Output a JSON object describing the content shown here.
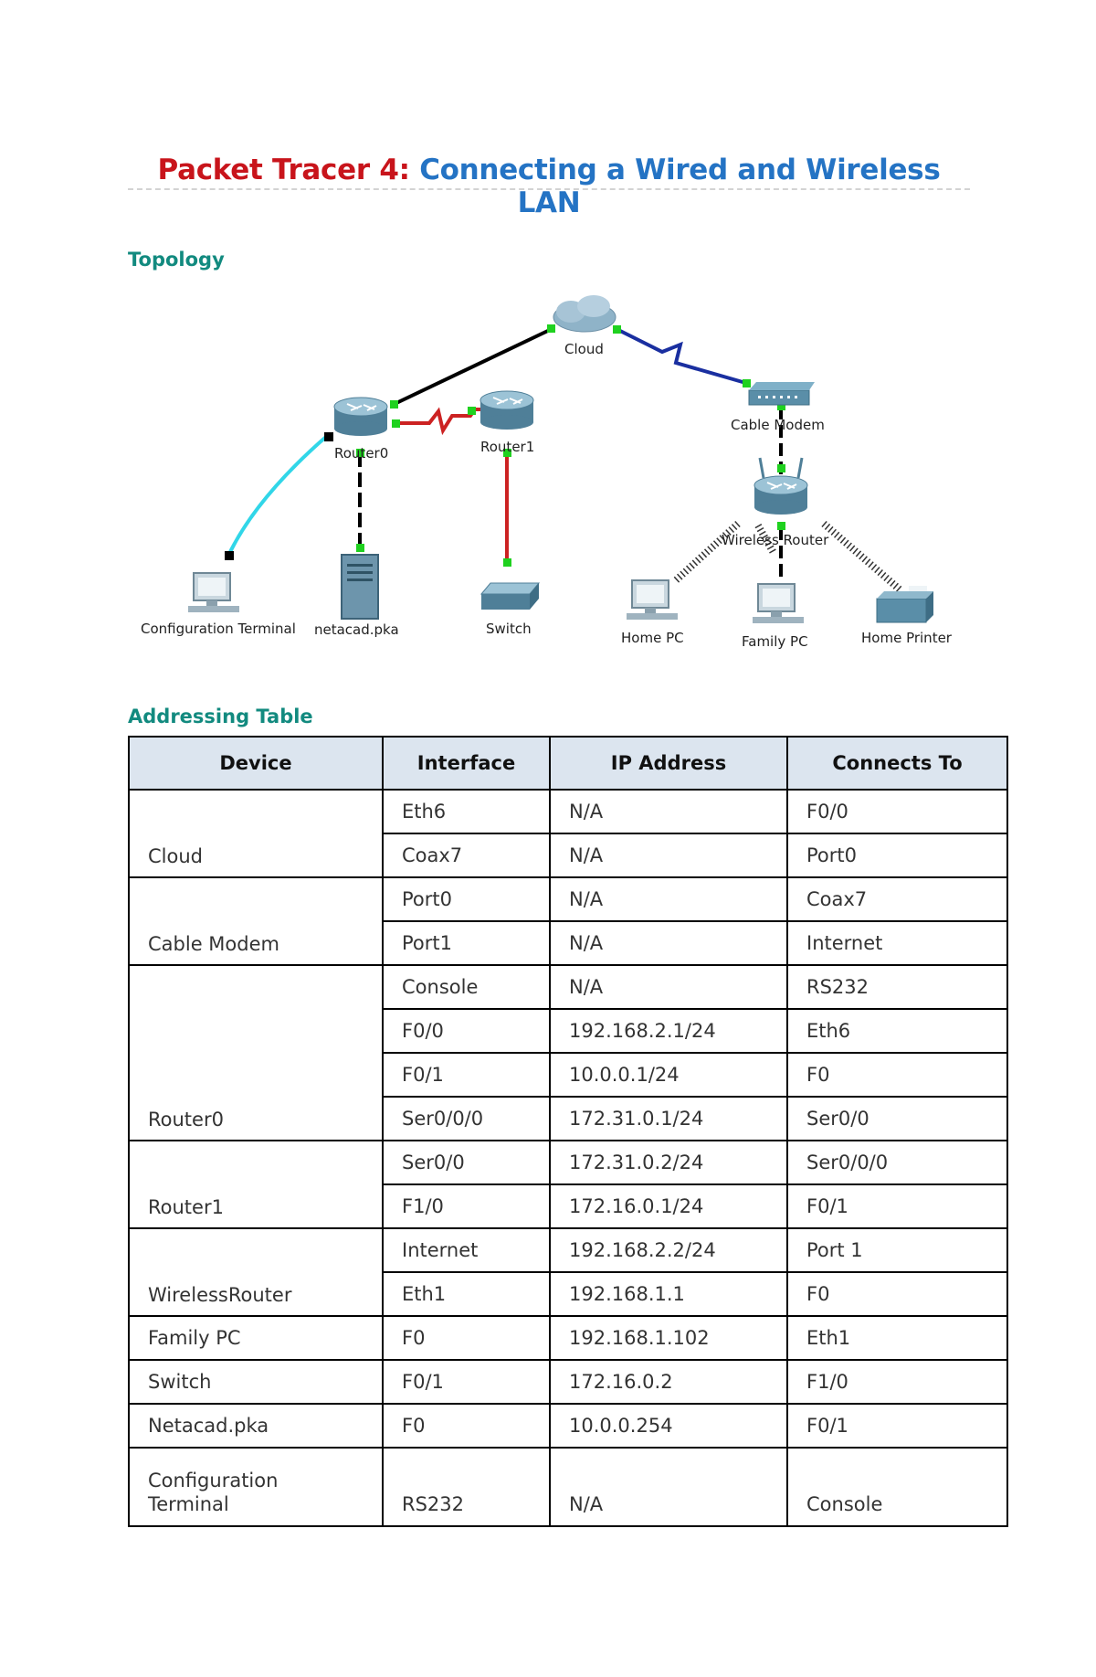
{
  "title": {
    "prefix": "Packet Tracer 4:",
    "main": "Connecting a Wired and Wireless LAN"
  },
  "topology": {
    "heading": "Topology",
    "devices": {
      "cloud": "Cloud",
      "cable_modem": "Cable Modem",
      "router0": "Router0",
      "router1": "Router1",
      "wireless_router": "Wireless Router",
      "config_terminal": "Configuration Terminal",
      "server": "netacad.pka",
      "switch": "Switch",
      "home_pc": "Home PC",
      "family_pc": "Family PC",
      "home_printer": "Home Printer"
    },
    "colors": {
      "router": "#6c9fb9",
      "link_ethernet": "#000000",
      "link_serial": "#cc2222",
      "link_coax": "#1a2fa0",
      "link_console": "#31d6e8",
      "port_up": "#1fd11f"
    }
  },
  "addressing": {
    "heading": "Addressing Table",
    "headers": {
      "device": "Device",
      "interface": "Interface",
      "ip": "IP Address",
      "connects": "Connects To"
    },
    "groups": [
      {
        "device": "Cloud",
        "rows": [
          {
            "interface": "Eth6",
            "ip": "N/A",
            "connects": "F0/0"
          },
          {
            "interface": "Coax7",
            "ip": "N/A",
            "connects": "Port0"
          }
        ]
      },
      {
        "device": "Cable Modem",
        "rows": [
          {
            "interface": "Port0",
            "ip": "N/A",
            "connects": "Coax7"
          },
          {
            "interface": "Port1",
            "ip": "N/A",
            "connects": "Internet"
          }
        ]
      },
      {
        "device": "Router0",
        "rows": [
          {
            "interface": "Console",
            "ip": "N/A",
            "connects": "RS232"
          },
          {
            "interface": "F0/0",
            "ip": "192.168.2.1/24",
            "connects": "Eth6"
          },
          {
            "interface": "F0/1",
            "ip": "10.0.0.1/24",
            "connects": "F0"
          },
          {
            "interface": "Ser0/0/0",
            "ip": "172.31.0.1/24",
            "connects": "Ser0/0"
          }
        ]
      },
      {
        "device": "Router1",
        "rows": [
          {
            "interface": "Ser0/0",
            "ip": "172.31.0.2/24",
            "connects": "Ser0/0/0"
          },
          {
            "interface": "F1/0",
            "ip": "172.16.0.1/24",
            "connects": "F0/1"
          }
        ]
      },
      {
        "device": "WirelessRouter",
        "rows": [
          {
            "interface": "Internet",
            "ip": "192.168.2.2/24",
            "connects": "Port 1"
          },
          {
            "interface": "Eth1",
            "ip": "192.168.1.1",
            "connects": "F0"
          }
        ]
      },
      {
        "device": "Family PC",
        "rows": [
          {
            "interface": "F0",
            "ip": "192.168.1.102",
            "connects": "Eth1"
          }
        ]
      },
      {
        "device": "Switch",
        "rows": [
          {
            "interface": "F0/1",
            "ip": "172.16.0.2",
            "connects": "F1/0"
          }
        ]
      },
      {
        "device": "Netacad.pka",
        "rows": [
          {
            "interface": "F0",
            "ip": "10.0.0.254",
            "connects": "F0/1"
          }
        ]
      },
      {
        "device": "Configuration Terminal",
        "rows": [
          {
            "interface": "RS232",
            "ip": "N/A",
            "connects": "Console"
          }
        ]
      }
    ]
  }
}
